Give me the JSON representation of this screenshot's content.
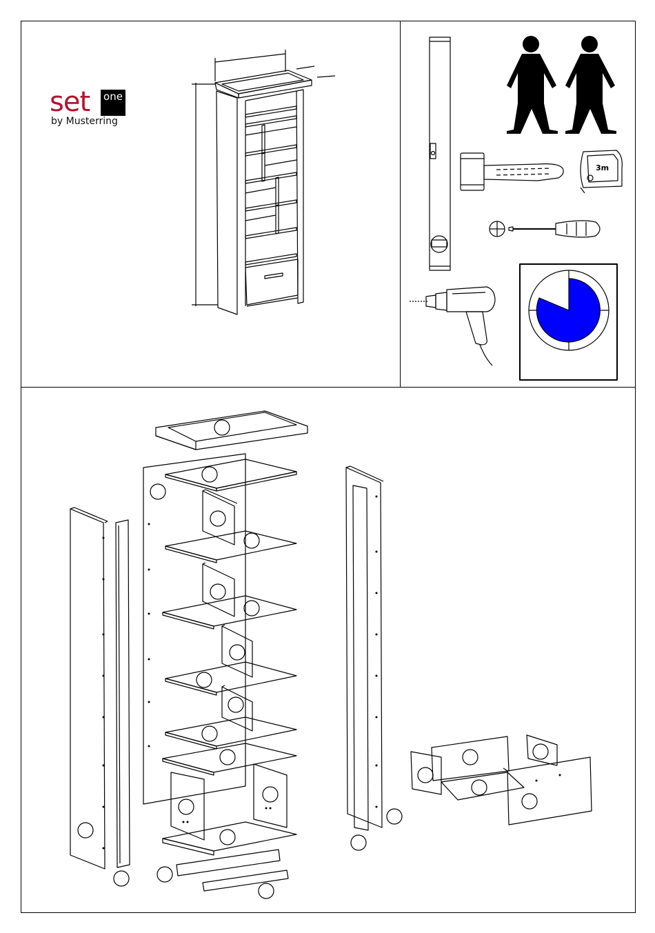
{
  "brand": {
    "name": "set",
    "badge": "one",
    "tagline": "by Musterring",
    "color": "#b5122e"
  },
  "tools": {
    "persons_required": 2,
    "tape_measure_label": "3m",
    "timer_fill_fraction": 0.83,
    "timer_color": "#0000ff",
    "icons": [
      "spirit-level-icon",
      "two-persons-icon",
      "mallet-icon",
      "tape-measure-icon",
      "phillips-screwdriver-icon",
      "power-drill-icon",
      "timer-icon"
    ]
  },
  "parts_diagram": {
    "part_markers": 26
  }
}
